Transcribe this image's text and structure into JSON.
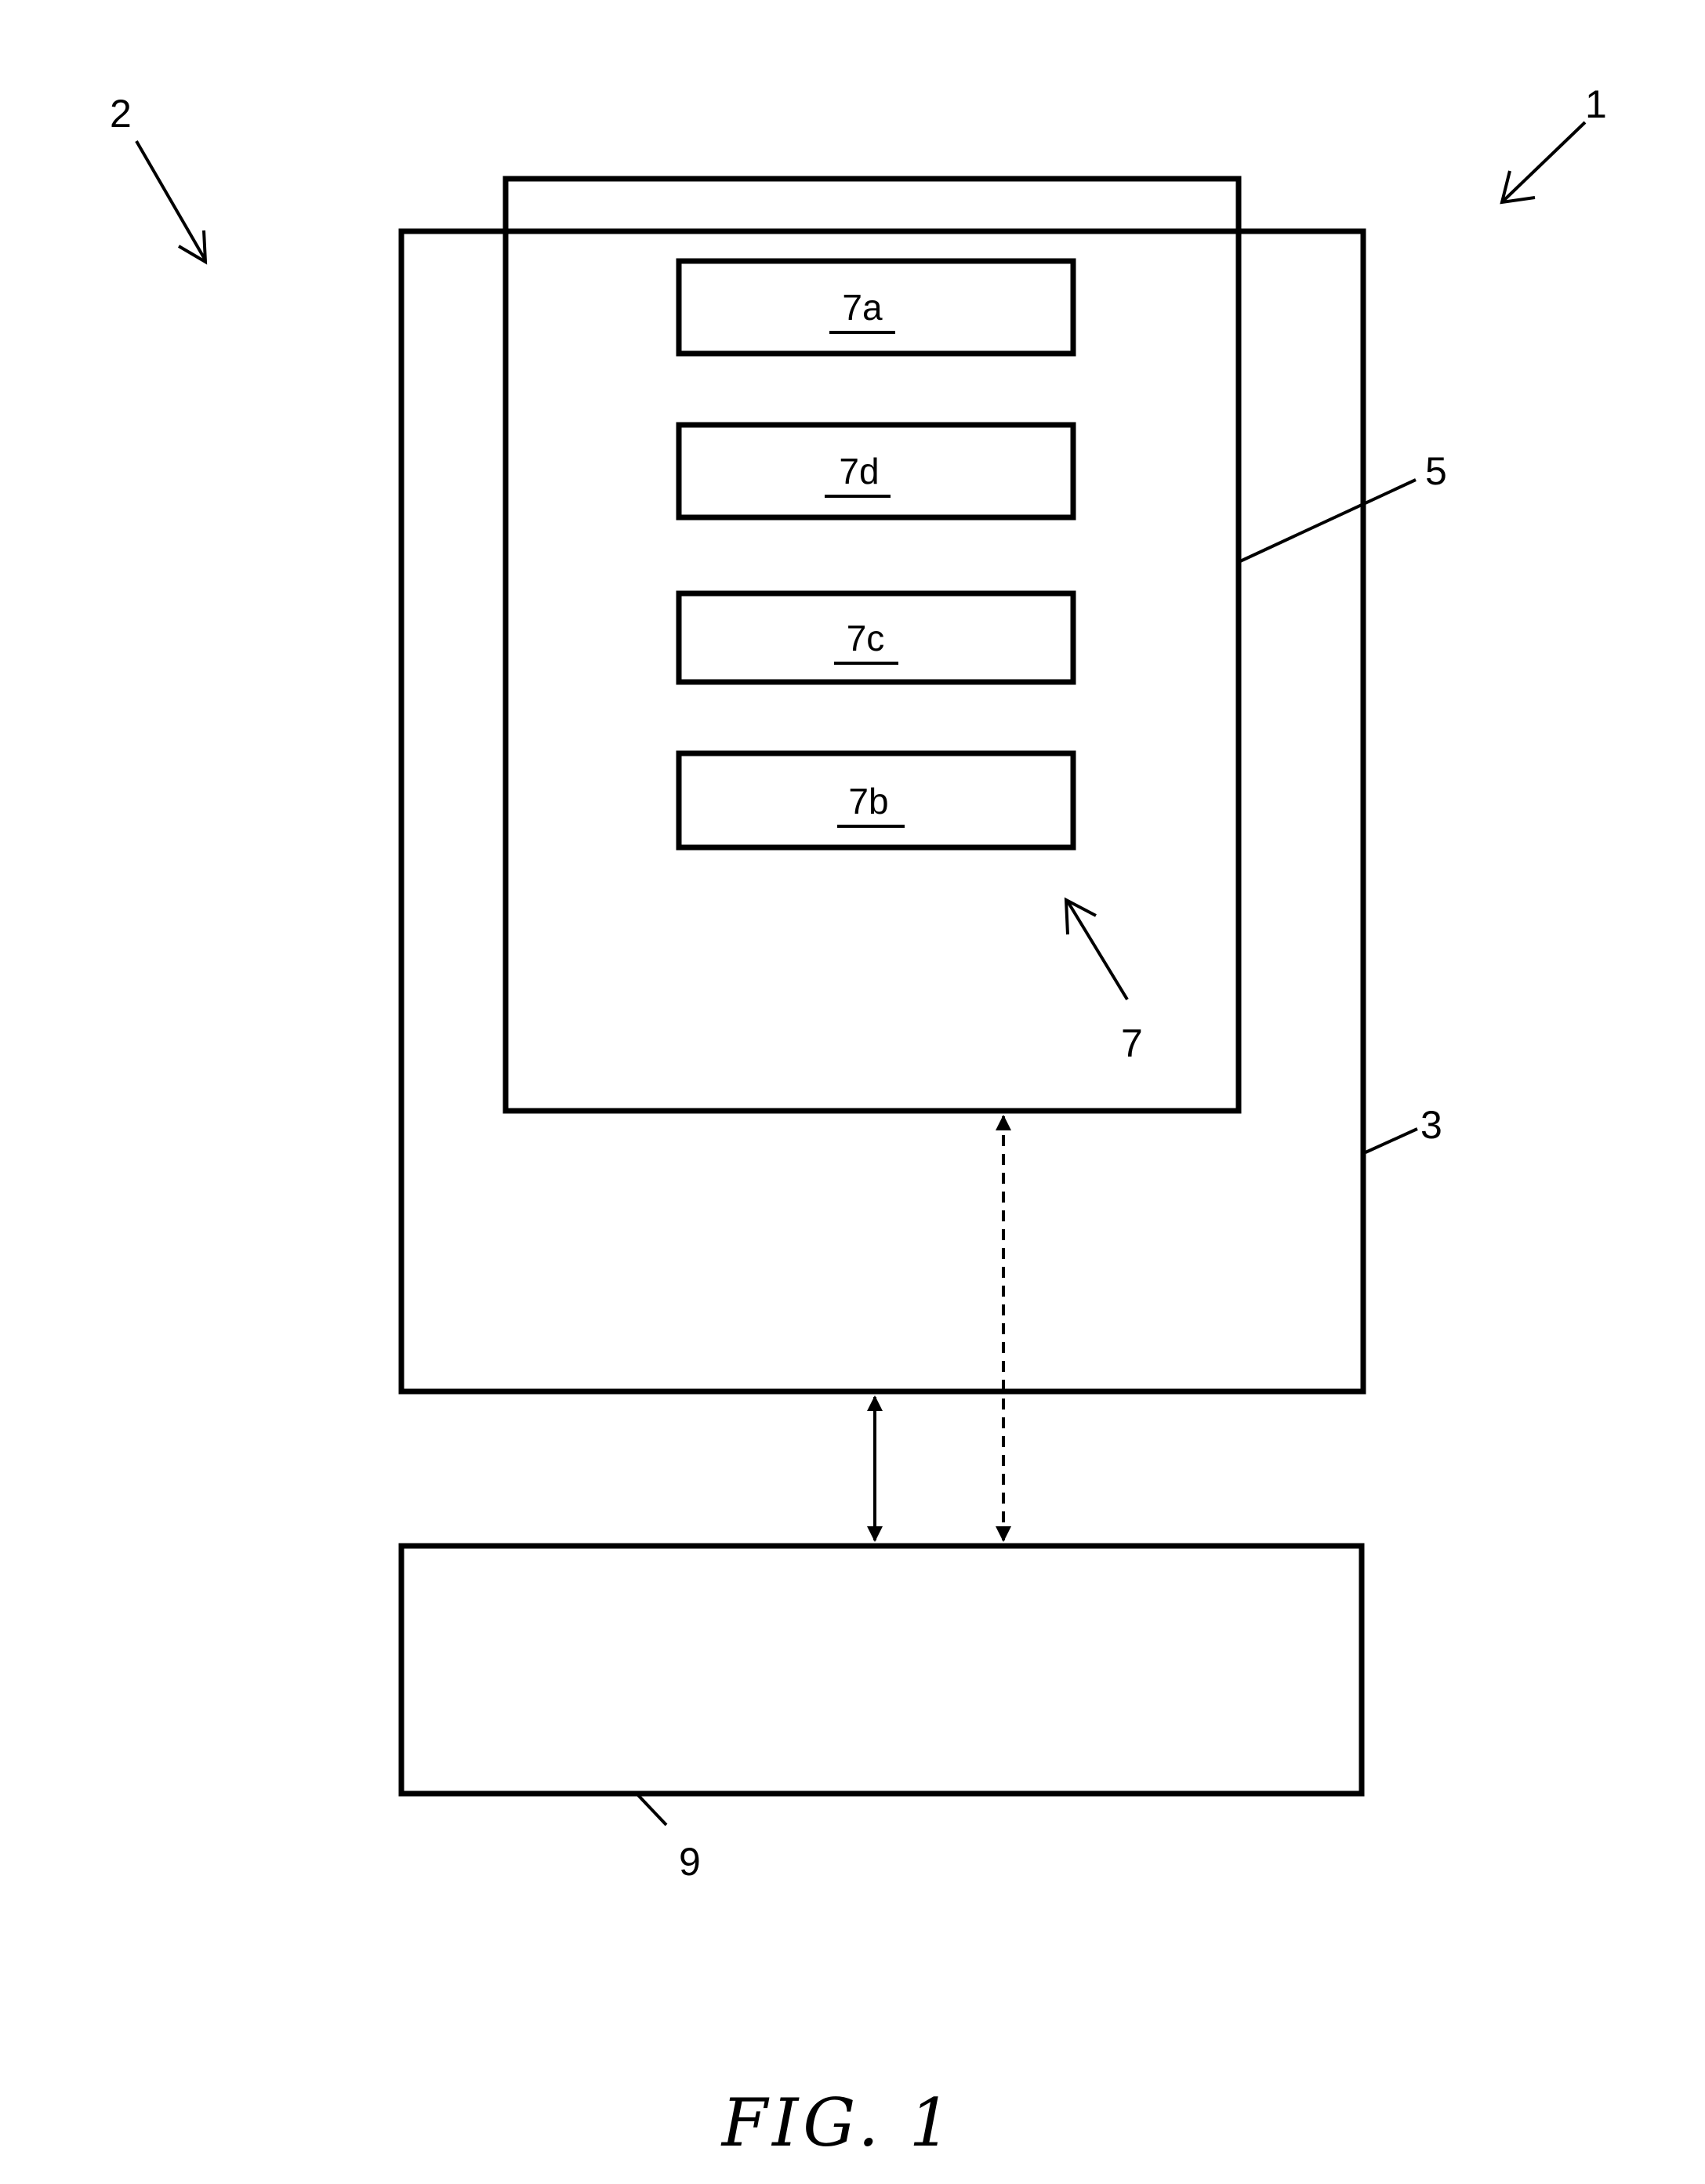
{
  "figure": {
    "caption": "FIG. 1",
    "references": {
      "ref_1": "1",
      "ref_2": "2",
      "ref_3": "3",
      "ref_5": "5",
      "ref_7": "7",
      "ref_9": "9"
    },
    "modules": [
      {
        "label": "7a"
      },
      {
        "label": "7d"
      },
      {
        "label": "7c"
      },
      {
        "label": "7b"
      }
    ],
    "connections": [
      {
        "style": "solid",
        "direction": "bidirectional"
      },
      {
        "style": "dashed",
        "direction": "bidirectional"
      }
    ],
    "colors": {
      "line": "#000000",
      "background": "#ffffff"
    }
  }
}
